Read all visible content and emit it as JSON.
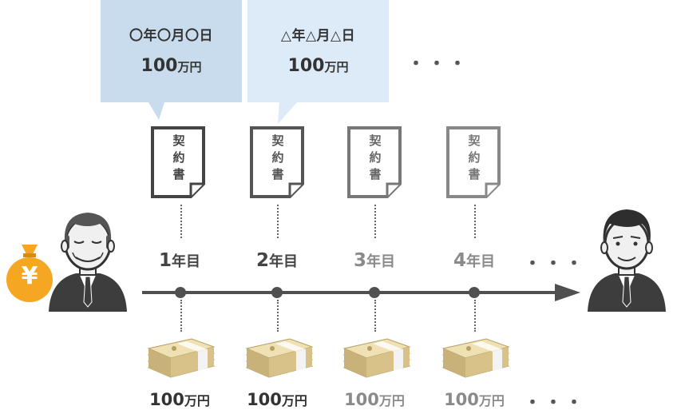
{
  "bubbles": [
    {
      "date": "〇年〇月〇日",
      "amount": "100",
      "unit": "万円"
    },
    {
      "date": "△年△月△日",
      "amount": "100",
      "unit": "万円"
    }
  ],
  "bubble_ellipsis": "・・・",
  "contract_label": [
    "契",
    "約",
    "書"
  ],
  "years": [
    {
      "num": "1",
      "unit": "年目"
    },
    {
      "num": "2",
      "unit": "年目"
    },
    {
      "num": "3",
      "unit": "年目"
    },
    {
      "num": "4",
      "unit": "年目"
    }
  ],
  "year_ellipsis": "・・・",
  "payments": [
    {
      "num": "100",
      "unit": "万円"
    },
    {
      "num": "100",
      "unit": "万円"
    },
    {
      "num": "100",
      "unit": "万円"
    },
    {
      "num": "100",
      "unit": "万円"
    }
  ],
  "payment_ellipsis": "・・・",
  "yen_symbol": "¥",
  "colors": {
    "bubble1": "#c9dcee",
    "bubble2": "#ddeaf7",
    "dark": "#444444",
    "mid": "#666666",
    "light": "#888888",
    "money_bag": "#f5a623",
    "timeline": "#505050"
  },
  "icons": {
    "left_person": "elderly-man-icon",
    "right_person": "young-man-icon",
    "money_bag": "money-bag-icon",
    "document": "contract-document-icon",
    "cash": "cash-bundle-icon"
  }
}
